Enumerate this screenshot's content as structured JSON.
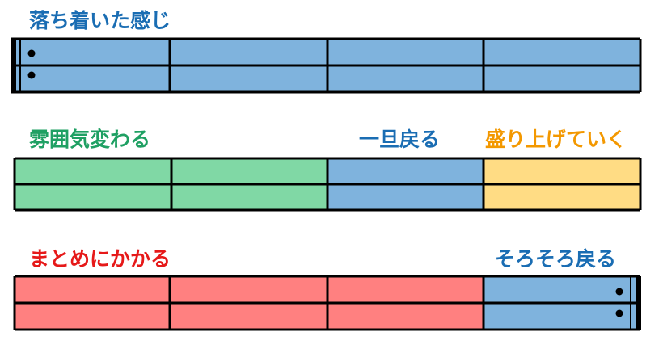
{
  "colors": {
    "blue_section": "#7fb3dd",
    "green_section": "#80d8a5",
    "yellow_section": "#ffdc84",
    "red_section": "#ff8080",
    "line": "#000000",
    "label_blue": "#1a6db3",
    "label_green": "#1fa063",
    "label_orange": "#f39800",
    "label_red": "#e61919"
  },
  "row1": {
    "label": "落ち着いた感じ"
  },
  "row2": {
    "label_left": "雰囲気変わる",
    "label_middle": "一旦戻る",
    "label_right": "盛り上げていく"
  },
  "row3": {
    "label_left": "まとめにかかる",
    "label_right": "そろそろ戻る"
  }
}
